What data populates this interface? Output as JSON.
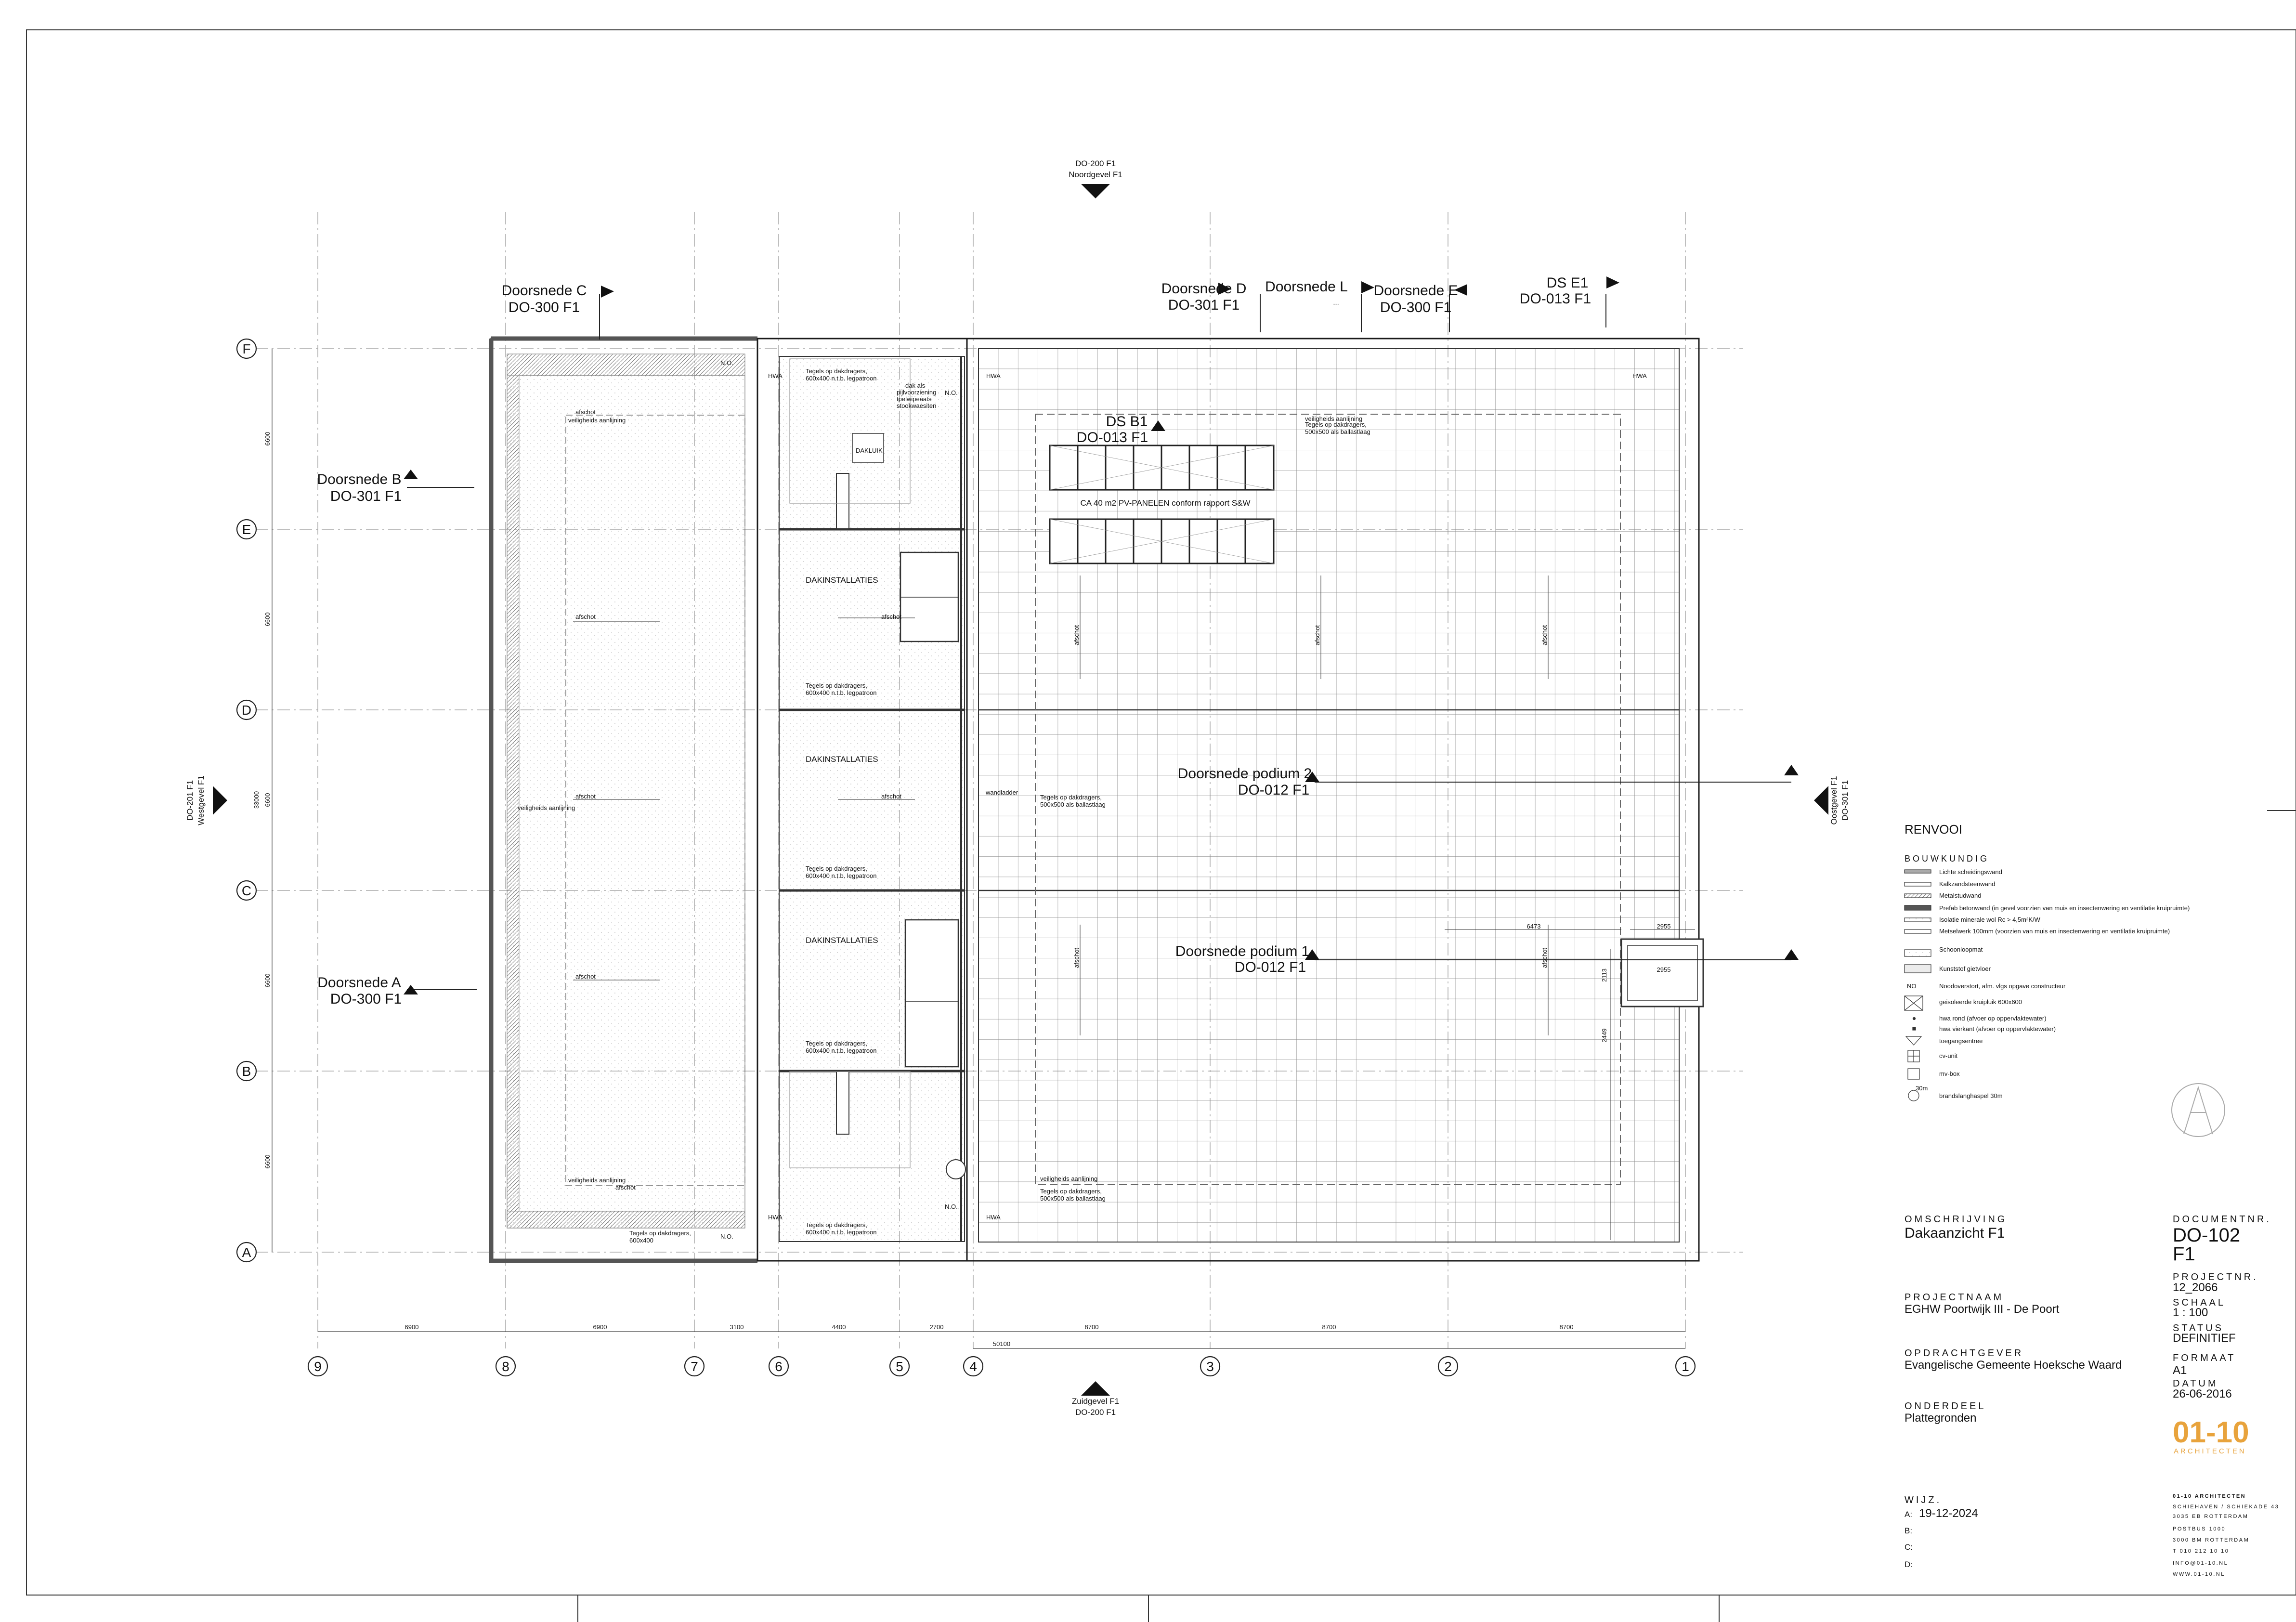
{
  "grid": {
    "columns": [
      "9",
      "8",
      "7",
      "6",
      "5",
      "4",
      "3",
      "2",
      "1"
    ],
    "rows": [
      "F",
      "E",
      "D",
      "C",
      "B",
      "A"
    ],
    "col_spacings": [
      "6900",
      "6900",
      "3100",
      "4400",
      "2700",
      "8700",
      "8700",
      "8700"
    ],
    "row_spacings": [
      "6600",
      "6600",
      "6600",
      "6600",
      "6600"
    ],
    "total_width": "50100",
    "total_height": "33000"
  },
  "elevations": {
    "north": [
      "DO-200 F1",
      "Noordgevel F1"
    ],
    "south": [
      "Zuidgevel F1",
      "DO-200 F1"
    ],
    "west": [
      "DO-201 F1",
      "Westgevel F1"
    ],
    "east": [
      "Oostgevel F1",
      "DO-301 F1"
    ]
  },
  "sections": {
    "c": [
      "Doorsnede C",
      "DO-300 F1"
    ],
    "d": [
      "Doorsnede D",
      "DO-301 F1"
    ],
    "l": [
      "Doorsnede L",
      "---"
    ],
    "e": [
      "Doorsnede E",
      "DO-300 F1"
    ],
    "e1": [
      "DS E1",
      "DO-013 F1"
    ],
    "b": [
      "Doorsnede B",
      "DO-301 F1"
    ],
    "a": [
      "Doorsnede A",
      "DO-300 F1"
    ],
    "b1": [
      "DS B1",
      "DO-013 F1"
    ],
    "p2": [
      "Doorsnede podium 2",
      "DO-012 F1"
    ],
    "p1": [
      "Doorsnede podium 1",
      "DO-012 F1"
    ]
  },
  "plan": {
    "pv_label": "CA 40 m2 PV-PANELEN conform rapport S&W",
    "dakinstallaties": "DAKINSTALLATIES",
    "dakluik": "DAKLUIK",
    "nood": "N.O.",
    "hwa": "HWA",
    "afschot": "afschot",
    "wandladder": "wandladder",
    "tiles_600": [
      "Tegels op dakdragers,",
      "600x400 n.t.b. legpatroon"
    ],
    "tiles_500": [
      "Tegels op dakdragers,",
      "500x500 als ballastlaag"
    ],
    "tiles_bottom_left": [
      "Tegels op dakdragers,",
      "600x400"
    ],
    "roof_note": [
      "dak als",
      "pijlvoorziening",
      "tpelwipeaats",
      "stookwaesiten"
    ],
    "dims": [
      "6473",
      "2955",
      "2955",
      "2113",
      "2449"
    ],
    "rim_note": "veiligheids aanlijning"
  },
  "legend": {
    "title": "RENVOOI",
    "section": "BOUWKUNDIG",
    "items": [
      "Lichte scheidingswand",
      "Kalkzandsteenwand",
      "Metalstudwand",
      "Prefab betonwand (in gevel voorzien van muis en insectenwering en ventilatie kruipruimte)",
      "Isolatie minerale wol Rc > 4,5m²K/W",
      "Metselwerk 100mm (voorzien van muis en insectenwering en ventilatie kruipruimte)",
      "Schoonloopmat",
      "Kunststof gietvloer",
      "Noodoverstort, afm. vlgs opgave constructeur",
      "geisoleerde kruipluik 600x600",
      "hwa rond (afvoer op oppervlaktewater)",
      "hwa vierkant (afvoer op oppervlaktewater)",
      "toegangsentree",
      "cv-unit",
      "mv-box",
      "brandslanghaspel 30m"
    ],
    "no_code": "NO",
    "len_30m": "30m"
  },
  "titleblock": {
    "omschrijving_label": "OMSCHRIJVING",
    "omschrijving": "Dakaanzicht F1",
    "projectnaam_label": "PROJECTNAAM",
    "projectnaam": "EGHW Poortwijk III - De Poort",
    "opdrachtgever_label": "OPDRACHTGEVER",
    "opdrachtgever": "Evangelische Gemeente Hoeksche Waard",
    "onderdeel_label": "ONDERDEEL",
    "onderdeel": "Plattegronden",
    "documentnr_label": "DOCUMENTNR.",
    "documentnr": "DO-102",
    "documentnr2": "F1",
    "projectnr_label": "PROJECTNR.",
    "projectnr": "12_2066",
    "schaal_label": "SCHAAL",
    "schaal": "1 : 100",
    "status_label": "STATUS",
    "status": "DEFINITIEF",
    "formaat_label": "FORMAAT",
    "formaat": "A1",
    "datum_label": "DATUM",
    "datum": "26-06-2016",
    "wijz_label": "WIJZ.",
    "rev_a_label": "A:",
    "rev_a": "19-12-2024",
    "rev_b_label": "B:",
    "rev_c_label": "C:",
    "rev_d_label": "D:",
    "brand": "01-10",
    "brand_sub": "ARCHITECTEN",
    "address": [
      "01-10 ARCHITECTEN",
      "SCHIEHAVEN / SCHIEKADE 43",
      "3035 EB ROTTERDAM",
      "POSTBUS 1000",
      "3000 BM ROTTERDAM",
      "T 010 212 10 10",
      "INFO@01-10.NL",
      "WWW.01-10.NL"
    ]
  },
  "colors": {
    "line": "#1a1a1a",
    "grid": "#9a9a9a",
    "brand": "#e8a33c"
  }
}
